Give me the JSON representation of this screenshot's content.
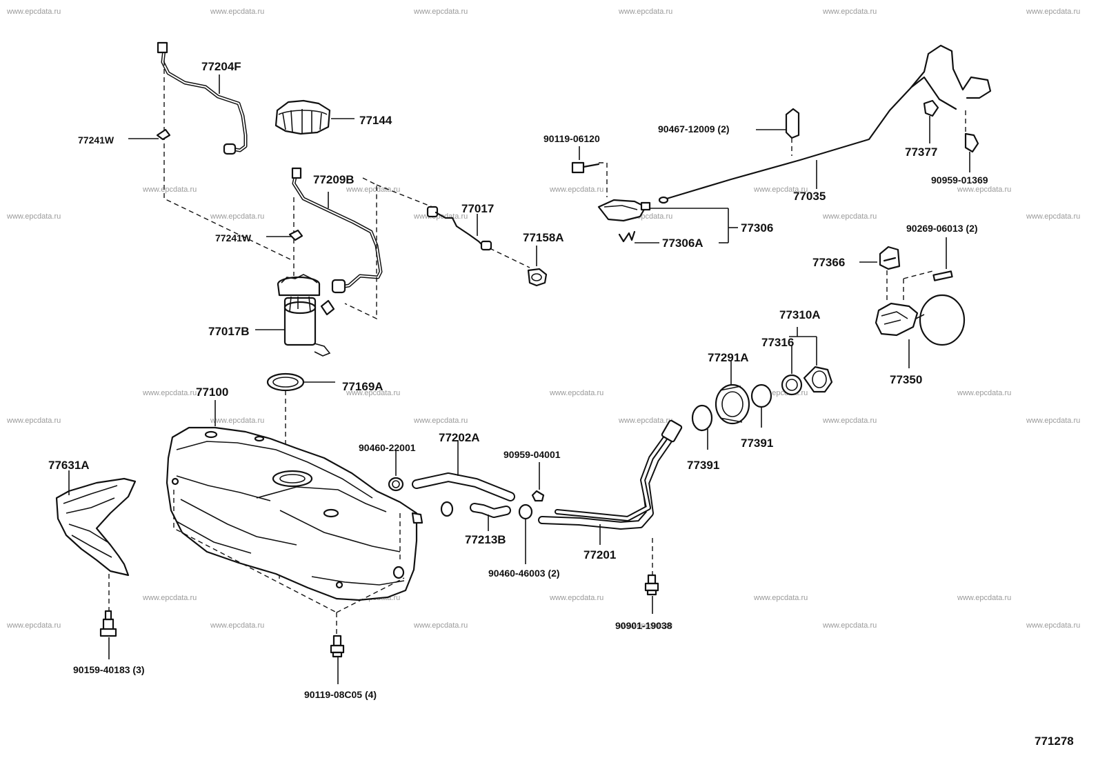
{
  "watermark": "www.epcdata.ru",
  "diagram_code": "771278",
  "labels": {
    "p77204F": "77204F",
    "p77144": "77144",
    "p77241W_top": "77241W",
    "p77209B": "77209B",
    "p77017": "77017",
    "p77158A": "77158A",
    "p77241W_mid": "77241W",
    "p77017B": "77017B",
    "p77169A": "77169A",
    "p77100": "77100",
    "p77631A": "77631A",
    "p90159_40183": "90159-40183 (3)",
    "p90119_08C05": "90119-08C05 (4)",
    "p90460_22001": "90460-22001",
    "p77202A": "77202A",
    "p90959_04001": "90959-04001",
    "p77213B": "77213B",
    "p90460_46003": "90460-46003 (2)",
    "p77201": "77201",
    "p90901_19038": "90901-19038",
    "p90119_06120": "90119-06120",
    "p90467_12009": "90467-12009 (2)",
    "p77035": "77035",
    "p77306": "77306",
    "p77306A": "77306A",
    "p77377": "77377",
    "p90959_01369": "90959-01369",
    "p90269_06013": "90269-06013 (2)",
    "p77366": "77366",
    "p77350": "77350",
    "p77310A": "77310A",
    "p77316": "77316",
    "p77291A": "77291A",
    "p77391_a": "77391",
    "p77391_b": "77391"
  }
}
